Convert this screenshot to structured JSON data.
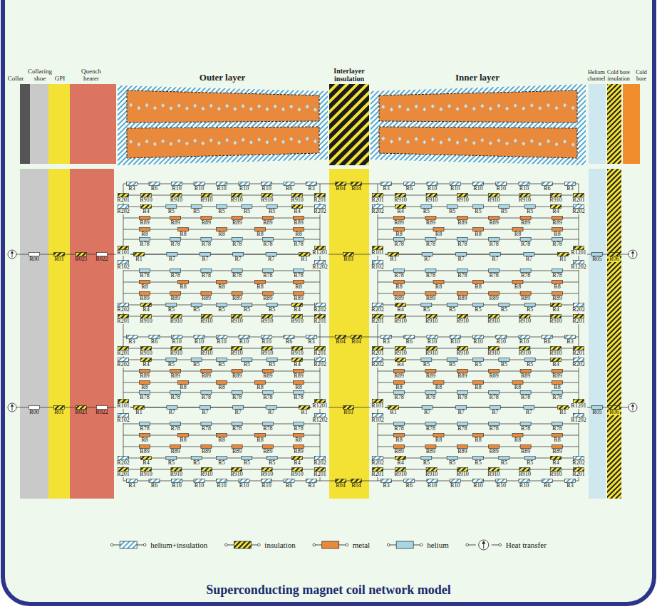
{
  "diagram": {
    "caption": "Superconducting magnet coil network model",
    "labels": [
      "Collar",
      "Collaring shoe",
      "GPI",
      "Quench heater",
      "Outer layer",
      "Interlayer insulation",
      "Inner layer",
      "Helium channel",
      "Cold bore insulation",
      "Cold bore",
      "R00",
      "R01",
      "R021",
      "R022",
      "R00",
      "R01",
      "R021",
      "R022",
      "R3",
      "R6",
      "R10",
      "R10",
      "R10",
      "R10",
      "R10",
      "R6",
      "R3",
      "R201",
      "R910",
      "R910",
      "R910",
      "R910",
      "R910",
      "R910",
      "R201",
      "R202",
      "R4",
      "R5",
      "R5",
      "R5",
      "R5",
      "R5",
      "R4",
      "R202",
      "R89",
      "R89",
      "R89",
      "R89",
      "R89",
      "R89",
      "R8",
      "R8",
      "R8",
      "R8",
      "R8",
      "R78",
      "R78",
      "R78",
      "R78",
      "R78",
      "R78",
      "R101",
      "R1201",
      "R1",
      "R7",
      "R7",
      "R7",
      "R7",
      "R1",
      "R102",
      "R1202",
      "R78",
      "R78",
      "R78",
      "R78",
      "R78",
      "R78",
      "R8",
      "R8",
      "R8",
      "R8",
      "R8",
      "R89",
      "R89",
      "R89",
      "R89",
      "R89",
      "R89",
      "R202",
      "R4",
      "R5",
      "R5",
      "R5",
      "R5",
      "R5",
      "R4",
      "R202",
      "R201",
      "R910",
      "R910",
      "R910",
      "R910",
      "R910",
      "R910",
      "R201",
      "R3",
      "R6",
      "R10",
      "R10",
      "R10",
      "R10",
      "R10",
      "R6",
      "R3",
      "R201",
      "R910",
      "R910",
      "R910",
      "R910",
      "R910",
      "R910",
      "R201",
      "R202",
      "R4",
      "R5",
      "R5",
      "R5",
      "R5",
      "R5",
      "R4",
      "R202",
      "R89",
      "R89",
      "R89",
      "R89",
      "R89",
      "R89",
      "R8",
      "R8",
      "R8",
      "R8",
      "R8",
      "R78",
      "R78",
      "R78",
      "R78",
      "R78",
      "R78",
      "R101",
      "R1201",
      "R1",
      "R7",
      "R7",
      "R7",
      "R7",
      "R1",
      "R102",
      "R1202",
      "R78",
      "R78",
      "R78",
      "R78",
      "R78",
      "R78",
      "R8",
      "R8",
      "R8",
      "R8",
      "R8",
      "R89",
      "R89",
      "R89",
      "R89",
      "R89",
      "R89",
      "R202",
      "R4",
      "R5",
      "R5",
      "R5",
      "R5",
      "R5",
      "R4",
      "R202",
      "R201",
      "R910",
      "R910",
      "R910",
      "R910",
      "R910",
      "R910",
      "R201",
      "R3",
      "R6",
      "R10",
      "R10",
      "R10",
      "R10",
      "R10",
      "R6",
      "R3",
      "R04",
      "R04",
      "R03",
      "R04",
      "R04",
      "R03",
      "R04",
      "R04",
      "R3",
      "R6",
      "R10",
      "R10",
      "R10",
      "R10",
      "R10",
      "R6",
      "R3",
      "R201",
      "R910",
      "R910",
      "R910",
      "R910",
      "R910",
      "R910",
      "R201",
      "R202",
      "R4",
      "R5",
      "R5",
      "R5",
      "R5",
      "R5",
      "R4",
      "R202",
      "R89",
      "R89",
      "R89",
      "R89",
      "R89",
      "R89",
      "R8",
      "R8",
      "R8",
      "R8",
      "R8",
      "R78",
      "R78",
      "R78",
      "R78",
      "R78",
      "R78",
      "R101",
      "R1201",
      "R1",
      "R7",
      "R7",
      "R7",
      "R7",
      "R1",
      "R102",
      "R1202",
      "R78",
      "R78",
      "R78",
      "R78",
      "R78",
      "R78",
      "R8",
      "R8",
      "R8",
      "R8",
      "R8",
      "R89",
      "R89",
      "R89",
      "R89",
      "R89",
      "R89",
      "R202",
      "R4",
      "R5",
      "R5",
      "R5",
      "R5",
      "R5",
      "R4",
      "R202",
      "R201",
      "R910",
      "R910",
      "R910",
      "R910",
      "R910",
      "R910",
      "R201",
      "R3",
      "R6",
      "R10",
      "R10",
      "R10",
      "R10",
      "R10",
      "R6",
      "R3",
      "R201",
      "R910",
      "R910",
      "R910",
      "R910",
      "R910",
      "R910",
      "R201",
      "R202",
      "R4",
      "R5",
      "R5",
      "R5",
      "R5",
      "R5",
      "R4",
      "R202",
      "R89",
      "R89",
      "R89",
      "R89",
      "R89",
      "R89",
      "R8",
      "R8",
      "R8",
      "R8",
      "R8",
      "R78",
      "R78",
      "R78",
      "R78",
      "R78",
      "R78",
      "R101",
      "R1201",
      "R1",
      "R7",
      "R7",
      "R7",
      "R7",
      "R1",
      "R102",
      "R1202",
      "R78",
      "R78",
      "R78",
      "R78",
      "R78",
      "R78",
      "R8",
      "R8",
      "R8",
      "R8",
      "R8",
      "R89",
      "R89",
      "R89",
      "R89",
      "R89",
      "R89",
      "R202",
      "R4",
      "R5",
      "R5",
      "R5",
      "R5",
      "R5",
      "R4",
      "R202",
      "R201",
      "R910",
      "R910",
      "R910",
      "R910",
      "R910",
      "R910",
      "R201",
      "R3",
      "R6",
      "R10",
      "R10",
      "R10",
      "R10",
      "R10",
      "R6",
      "R3",
      "R05",
      "R06",
      "R05",
      "R06"
    ],
    "legend": [
      {
        "text": "helium+insulation"
      },
      {
        "text": "insulation"
      },
      {
        "text": "metal",
        "color": "#e9893b"
      },
      {
        "text": "helium",
        "color": "#a9d6e5"
      },
      {
        "text": "Heat transfer"
      }
    ]
  }
}
